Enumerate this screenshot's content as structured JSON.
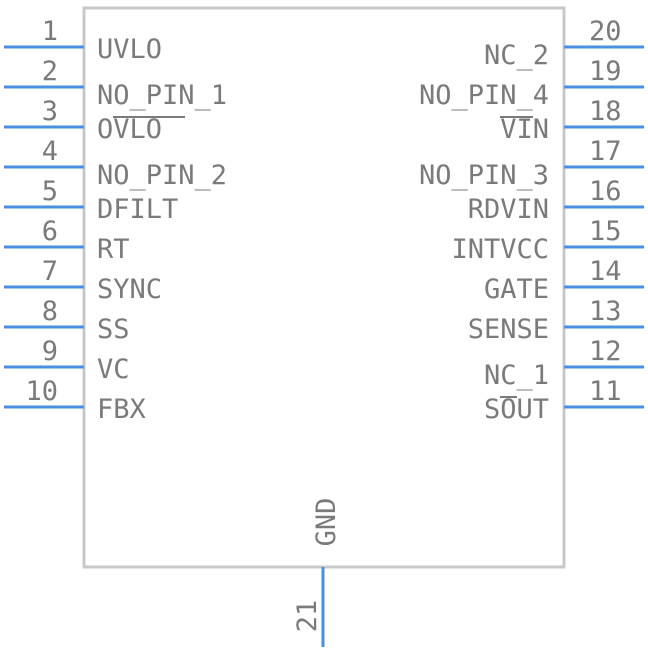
{
  "component": {
    "left_pins": [
      {
        "number": "1",
        "name": "UVLO"
      },
      {
        "number": "2",
        "name": "NO_PIN_1"
      },
      {
        "number": "3",
        "name": "OVLO"
      },
      {
        "number": "4",
        "name": "NO_PIN_2"
      },
      {
        "number": "5",
        "name": "DFILT"
      },
      {
        "number": "6",
        "name": "RT"
      },
      {
        "number": "7",
        "name": "SYNC"
      },
      {
        "number": "8",
        "name": "SS"
      },
      {
        "number": "9",
        "name": "VC"
      },
      {
        "number": "10",
        "name": "FBX"
      }
    ],
    "right_pins": [
      {
        "number": "20",
        "name": "NC_2"
      },
      {
        "number": "19",
        "name": "NO_PIN_4"
      },
      {
        "number": "18",
        "name": "VIN"
      },
      {
        "number": "17",
        "name": "NO_PIN_3"
      },
      {
        "number": "16",
        "name": "RDVIN"
      },
      {
        "number": "15",
        "name": "INTVCC"
      },
      {
        "number": "14",
        "name": "GATE"
      },
      {
        "number": "13",
        "name": "SENSE"
      },
      {
        "number": "12",
        "name": "NC_1"
      },
      {
        "number": "11",
        "name": "SOUT"
      }
    ],
    "bottom_pin": {
      "number": "21",
      "name": "GND"
    },
    "colors": {
      "pin": "#4a90e2",
      "body_outline": "#c8c8c8",
      "text": "#7a7a7a"
    }
  }
}
